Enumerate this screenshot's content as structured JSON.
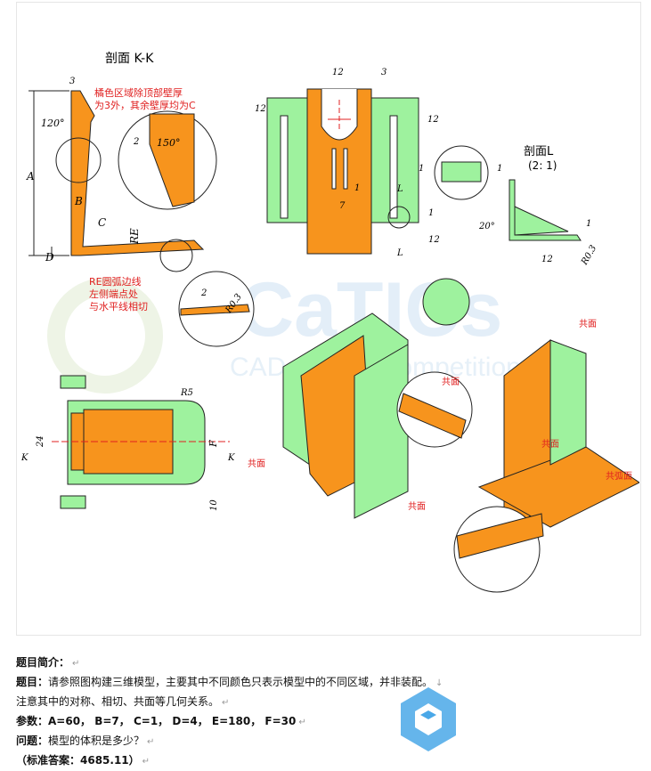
{
  "drawing": {
    "section_kk_title": "剖面 K-K",
    "section_l_title": "剖面L",
    "section_l_scale": "(2: 1)",
    "note_wall_line1": "橘色区域除顶部壁厚",
    "note_wall_line2": "为3外，其余壁厚均为C",
    "note_re_line1": "RE圆弧边线",
    "note_re_line2": "左侧端点处",
    "note_re_line3": "与水平线相切",
    "label_coplanar": "共面",
    "label_co_arc": "共弧面",
    "dims": {
      "A": "A",
      "B": "B",
      "C": "C",
      "D": "D",
      "E": "RE",
      "F": "F",
      "angle120": "120°",
      "angle150": "150°",
      "angle20": "20°",
      "n3": "3",
      "n2": "2",
      "n12": "12",
      "n1": "1",
      "n7": "7",
      "n24": "24",
      "n10": "10",
      "r5": "R5",
      "r03": "R0.3",
      "K": "K",
      "L": "L"
    },
    "watermark": "CaTICs",
    "watermark_sub": "CAD Online Competition",
    "colors": {
      "orange": "#f7941d",
      "green": "#9ef29e",
      "red": "#e02020"
    }
  },
  "problem": {
    "intro_label": "题目简介：",
    "topic_label": "题目：",
    "topic_text": "请参照图构建三维模型，主要其中不同颜色只表示模型中的不同区域，并非装配。",
    "note_text": "注意其中的对称、相切、共面等几何关系。",
    "params_label": "参数：",
    "params_text": "A=60，  B=7，  C=1，  D=4，  E=180，  F=30",
    "question_label": "问题：",
    "question_text": "模型的体积是多少？",
    "answer_text": "（标准答案：4685.11）"
  }
}
